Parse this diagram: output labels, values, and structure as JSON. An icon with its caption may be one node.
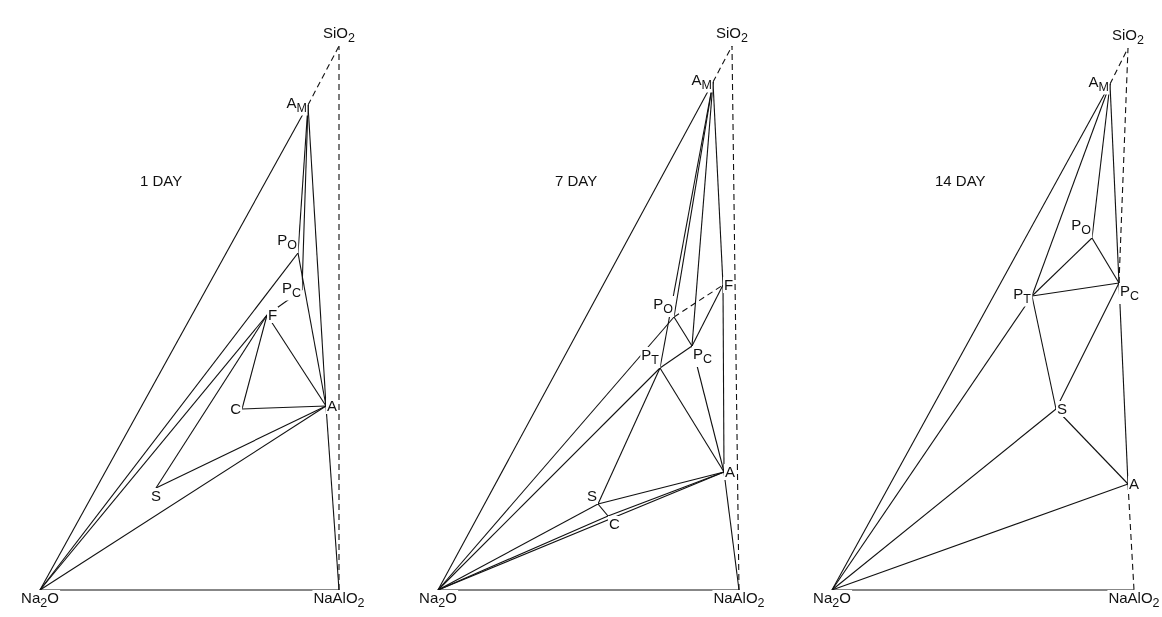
{
  "diagram": {
    "nodes": [
      {
        "text": [
          "Na$_{2}$O"
        ]
      },
      {
        "text": [
          "NaAlO$_{2}$"
        ]
      },
      {
        "text": [
          "SiO$_{2}$"
        ]
      },
      {
        "text": [
          "A$_{M}$"
        ]
      },
      {
        "text": [
          "P$_{O}$"
        ]
      },
      {
        "text": [
          "P$_{C}$"
        ]
      },
      {
        "text": [
          "F"
        ]
      },
      {
        "text": [
          "C"
        ]
      },
      {
        "text": [
          "A"
        ]
      },
      {
        "text": [
          "S"
        ]
      },
      {
        "text": [
          "Na$_{2}$O"
        ]
      },
      {
        "text": [
          "NaAlO$_{2}$"
        ]
      },
      {
        "text": [
          "SiO$_{2}$"
        ]
      },
      {
        "text": [
          "A$_{M}$"
        ]
      },
      {
        "text": [
          "F"
        ]
      },
      {
        "text": [
          "P$_{O}$"
        ]
      },
      {
        "text": [
          "P$_{C}$"
        ]
      },
      {
        "text": [
          "P$_{T}$"
        ]
      },
      {
        "text": [
          "A"
        ]
      },
      {
        "text": [
          "S"
        ]
      },
      {
        "text": [
          "C"
        ]
      },
      {
        "text": [
          "Na$_{2}$O"
        ]
      },
      {
        "text": [
          "NaAlO$_{2}$"
        ]
      },
      {
        "text": [
          "SiO$_{2}$"
        ]
      },
      {
        "text": [
          "A$_{M}$"
        ]
      },
      {
        "text": [
          "P$_{O}$"
        ]
      },
      {
        "text": [
          "P$_{C}$"
        ]
      },
      {
        "text": [
          "P$_{T}$"
        ]
      },
      {
        "text": [
          "S"
        ]
      },
      {
        "text": [
          "A"
        ]
      }
    ],
    "edges": [
      {
        "from": 0,
        "to": 1,
        "arrow": "none"
      },
      {
        "from": 1,
        "to": 2,
        "arrow": "none",
        "style": "dashed"
      },
      {
        "from": 3,
        "to": 2,
        "arrow": "none",
        "style": "dashed"
      },
      {
        "from": 0,
        "to": 3,
        "arrow": "none"
      },
      {
        "from": 3,
        "to": 4,
        "arrow": "none"
      },
      {
        "from": 3,
        "to": 5,
        "arrow": "none"
      },
      {
        "from": 3,
        "to": 8,
        "arrow": "none"
      },
      {
        "from": 8,
        "to": 1,
        "arrow": "none"
      },
      {
        "from": 0,
        "to": 4,
        "arrow": "none"
      },
      {
        "from": 0,
        "to": 6,
        "arrow": "none"
      },
      {
        "from": 9,
        "to": 6,
        "arrow": "none"
      },
      {
        "from": 9,
        "to": 8,
        "arrow": "none"
      },
      {
        "from": 0,
        "to": 8,
        "arrow": "none"
      },
      {
        "from": 5,
        "to": 6,
        "arrow": "none"
      },
      {
        "from": 6,
        "to": 7,
        "arrow": "none"
      },
      {
        "from": 6,
        "to": 8,
        "arrow": "none"
      },
      {
        "from": 7,
        "to": 8,
        "arrow": "none"
      },
      {
        "from": 4,
        "to": 8,
        "arrow": "none"
      },
      {
        "from": 10,
        "to": 11,
        "arrow": "none"
      },
      {
        "from": 11,
        "to": 12,
        "arrow": "none",
        "style": "dashed"
      },
      {
        "from": 13,
        "to": 12,
        "arrow": "none",
        "style": "dashed"
      },
      {
        "from": 10,
        "to": 13,
        "arrow": "none"
      },
      {
        "from": 13,
        "to": 15,
        "arrow": "none"
      },
      {
        "from": 13,
        "to": 17,
        "arrow": "none"
      },
      {
        "from": 13,
        "to": 16,
        "arrow": "none"
      },
      {
        "from": 13,
        "to": 14,
        "arrow": "none"
      },
      {
        "from": 14,
        "to": 18,
        "arrow": "none"
      },
      {
        "from": 18,
        "to": 11,
        "arrow": "none"
      },
      {
        "from": 15,
        "to": 14,
        "arrow": "none",
        "style": "dashed"
      },
      {
        "from": 15,
        "to": 16,
        "arrow": "none"
      },
      {
        "from": 16,
        "to": 14,
        "arrow": "none"
      },
      {
        "from": 16,
        "to": 18,
        "arrow": "none"
      },
      {
        "from": 17,
        "to": 16,
        "arrow": "none"
      },
      {
        "from": 17,
        "to": 18,
        "arrow": "none"
      },
      {
        "from": 17,
        "to": 19,
        "arrow": "none"
      },
      {
        "from": 10,
        "to": 15,
        "arrow": "none"
      },
      {
        "from": 10,
        "to": 17,
        "arrow": "none"
      },
      {
        "from": 19,
        "to": 18,
        "arrow": "none"
      },
      {
        "from": 19,
        "to": 20,
        "arrow": "none"
      },
      {
        "from": 20,
        "to": 18,
        "arrow": "none"
      },
      {
        "from": 10,
        "to": 18,
        "arrow": "none"
      },
      {
        "from": 10,
        "to": 20,
        "arrow": "none"
      },
      {
        "from": 10,
        "to": 19,
        "arrow": "none"
      },
      {
        "from": 21,
        "to": 22,
        "arrow": "none"
      },
      {
        "from": 26,
        "to": 23,
        "arrow": "none",
        "style": "dashed"
      },
      {
        "from": 24,
        "to": 23,
        "arrow": "none",
        "style": "dashed"
      },
      {
        "from": 21,
        "to": 24,
        "arrow": "none"
      },
      {
        "from": 21,
        "to": 27,
        "arrow": "none"
      },
      {
        "from": 24,
        "to": 27,
        "arrow": "none"
      },
      {
        "from": 24,
        "to": 25,
        "arrow": "none"
      },
      {
        "from": 24,
        "to": 26,
        "arrow": "none"
      },
      {
        "from": 26,
        "to": 29,
        "arrow": "none"
      },
      {
        "from": 29,
        "to": 22,
        "arrow": "none",
        "style": "dashed"
      },
      {
        "from": 25,
        "to": 27,
        "arrow": "none"
      },
      {
        "from": 25,
        "to": 26,
        "arrow": "none"
      },
      {
        "from": 27,
        "to": 26,
        "arrow": "none"
      },
      {
        "from": 27,
        "to": 28,
        "arrow": "none"
      },
      {
        "from": 26,
        "to": 28,
        "arrow": "none"
      },
      {
        "from": 28,
        "to": 29,
        "arrow": "none"
      },
      {
        "from": 21,
        "to": 28,
        "arrow": "none"
      },
      {
        "from": 21,
        "to": 29,
        "arrow": "none"
      }
    ],
    "labels": [
      "1 DAY",
      "7 DAY",
      "14 DAY"
    ]
  }
}
